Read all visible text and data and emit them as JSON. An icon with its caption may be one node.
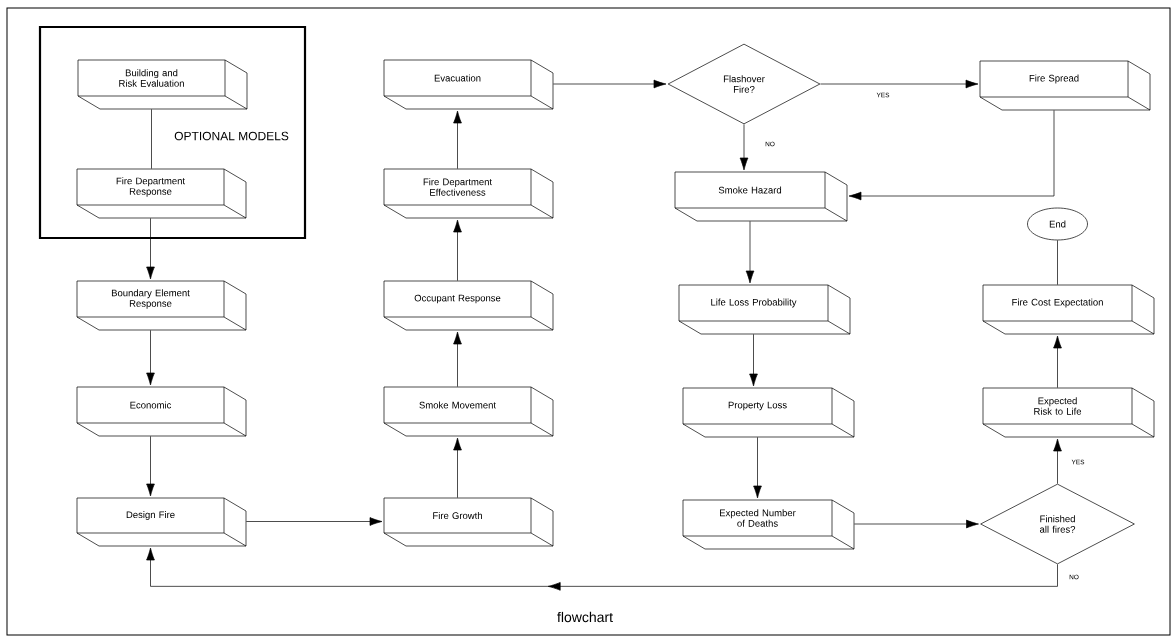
{
  "diagram": {
    "caption": "flowchart",
    "nodes": [
      {
        "text": [
          "OPTIONAL MODELS"
        ]
      },
      {
        "text": [
          "Building and Risk Evaluation"
        ],
        "in": 0
      },
      {
        "text": [
          "Fire Department Response"
        ],
        "in": 0
      },
      {
        "text": [
          "Boundary Element Response"
        ]
      },
      {
        "text": [
          "Economic"
        ]
      },
      {
        "text": [
          "Design Fire"
        ]
      },
      {
        "text": [
          "Fire Growth"
        ]
      },
      {
        "text": [
          "Smoke Movement"
        ]
      },
      {
        "text": [
          "Occupant Response"
        ]
      },
      {
        "text": [
          "Fire Department Effectiveness"
        ]
      },
      {
        "text": [
          "Evacuation"
        ]
      },
      {
        "text": [
          "Flashover Fire?"
        ]
      },
      {
        "text": [
          "Fire Spread"
        ]
      },
      {
        "text": [
          "Smoke Hazard"
        ]
      },
      {
        "text": [
          "Life Loss Probability"
        ]
      },
      {
        "text": [
          "Property Loss"
        ]
      },
      {
        "text": [
          "Expected Number of Deaths"
        ]
      },
      {
        "text": [
          "Finished all fires?"
        ]
      },
      {
        "text": [
          "Expected Risk to Life"
        ]
      },
      {
        "text": [
          "Fire Cost Expectation"
        ]
      },
      {
        "text": [
          "End"
        ]
      }
    ],
    "edges": [
      {
        "from": 1,
        "to": 2,
        "arrow": "none"
      },
      {
        "from": 2,
        "to": 3,
        "arrow": "to"
      },
      {
        "from": 3,
        "to": 4,
        "arrow": "to"
      },
      {
        "from": 4,
        "to": 5,
        "arrow": "to"
      },
      {
        "from": 5,
        "to": 6,
        "arrow": "to"
      },
      {
        "from": 6,
        "to": 7,
        "arrow": "to"
      },
      {
        "from": 7,
        "to": 8,
        "arrow": "to"
      },
      {
        "from": 8,
        "to": 9,
        "arrow": "to"
      },
      {
        "from": 9,
        "to": 10,
        "arrow": "to"
      },
      {
        "from": 10,
        "to": 11,
        "arrow": "to"
      },
      {
        "from": 11,
        "to": 12,
        "arrow": "to",
        "label": "YES"
      },
      {
        "from": 11,
        "to": 13,
        "arrow": "to",
        "label": "NO"
      },
      {
        "from": 12,
        "to": 13,
        "arrow": "to"
      },
      {
        "from": 13,
        "to": 14,
        "arrow": "to"
      },
      {
        "from": 14,
        "to": 15,
        "arrow": "to"
      },
      {
        "from": 15,
        "to": 16,
        "arrow": "to"
      },
      {
        "from": 16,
        "to": 17,
        "arrow": "to"
      },
      {
        "from": 17,
        "to": 18,
        "arrow": "to",
        "label": "YES"
      },
      {
        "from": 17,
        "to": 5,
        "arrow": "to",
        "label": "NO"
      },
      {
        "from": 18,
        "to": 19,
        "arrow": "to"
      },
      {
        "from": 19,
        "to": 20,
        "arrow": "none"
      }
    ]
  }
}
